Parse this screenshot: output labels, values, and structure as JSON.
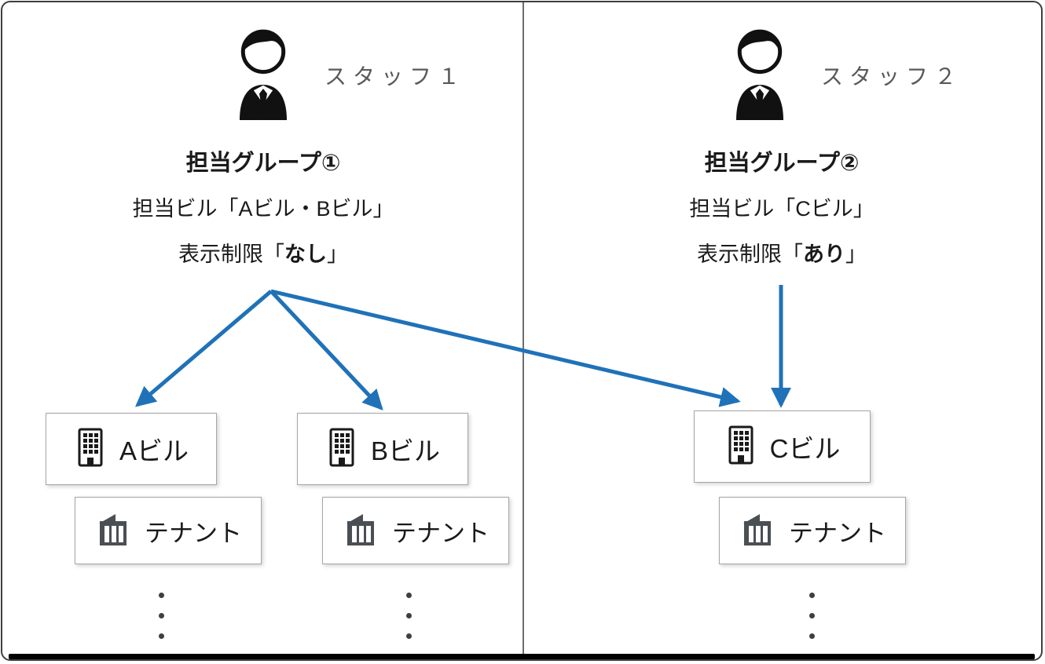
{
  "colors": {
    "arrow": "#1F72B8",
    "staff_label": "#595959",
    "tenant_icon": "#4a4f54"
  },
  "panels": [
    {
      "staff_label": "スタッフ１",
      "group_title": "担当グループ①",
      "buildings_line": "担当ビル「Aビル・Bビル」",
      "restriction_label": "表示制限「",
      "restriction_value": "なし",
      "restriction_close": "」"
    },
    {
      "staff_label": "スタッフ２",
      "group_title": "担当グループ②",
      "buildings_line": "担当ビル「Cビル」",
      "restriction_label": "表示制限「",
      "restriction_value": "あり",
      "restriction_close": "」"
    }
  ],
  "buildings": [
    {
      "label": "Aビル",
      "tenant": "テナント"
    },
    {
      "label": "Bビル",
      "tenant": "テナント"
    },
    {
      "label": "Cビル",
      "tenant": "テナント"
    }
  ]
}
